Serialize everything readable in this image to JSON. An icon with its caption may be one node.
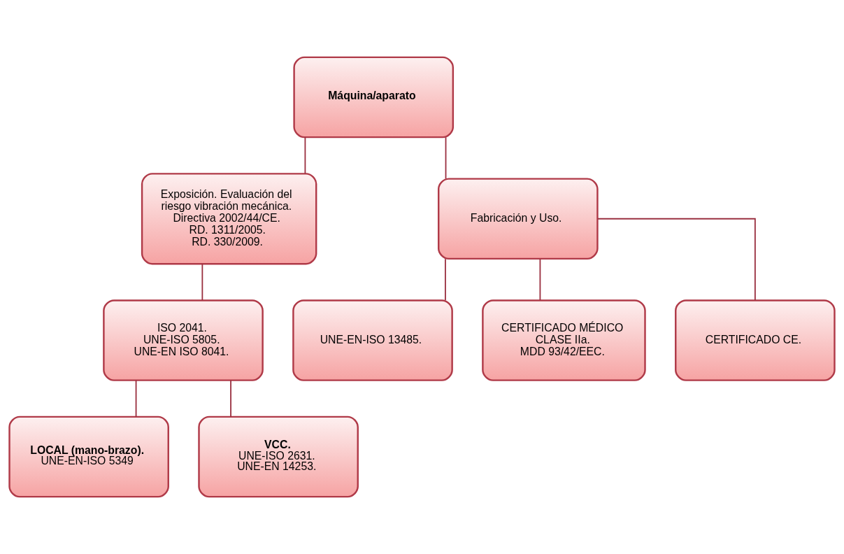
{
  "diagram": {
    "nodes": [
      {
        "text": [
          "Máquina/aparato"
        ]
      },
      {
        "text": [
          "Exposición. Evaluación del riesgo vibración mecánica.",
          "Directiva 2002/44/CE.",
          "RD. 1311/2005.",
          "RD. 330/2009."
        ]
      },
      {
        "text": [
          "Fabricación y Uso."
        ]
      },
      {
        "text": [
          "ISO 2041.",
          "UNE-ISO 5805.",
          "UNE-EN ISO 8041."
        ]
      },
      {
        "text": [
          "UNE-EN-ISO 13485."
        ]
      },
      {
        "text": [
          "CERTIFICADO MÉDICO CLASE IIa.",
          "MDD 93/42/EEC."
        ]
      },
      {
        "text": [
          "CERTIFICADO CE."
        ]
      },
      {
        "text": [
          "LOCAL (mano-brazo).",
          "UNE-EN-ISO 5349"
        ]
      },
      {
        "text": [
          "VCC.",
          "UNE-ISO 2631.",
          "UNE-EN 14253."
        ]
      }
    ],
    "edges": [
      {
        "from": 0,
        "to": 1,
        "arrow": "none"
      },
      {
        "from": 0,
        "to": 2,
        "arrow": "none"
      },
      {
        "from": 1,
        "to": 3,
        "arrow": "none"
      },
      {
        "from": 2,
        "to": 4,
        "arrow": "none"
      },
      {
        "from": 2,
        "to": 5,
        "arrow": "none"
      },
      {
        "from": 2,
        "to": 6,
        "arrow": "none"
      },
      {
        "from": 3,
        "to": 7,
        "arrow": "none"
      },
      {
        "from": 3,
        "to": 8,
        "arrow": "none"
      }
    ]
  }
}
